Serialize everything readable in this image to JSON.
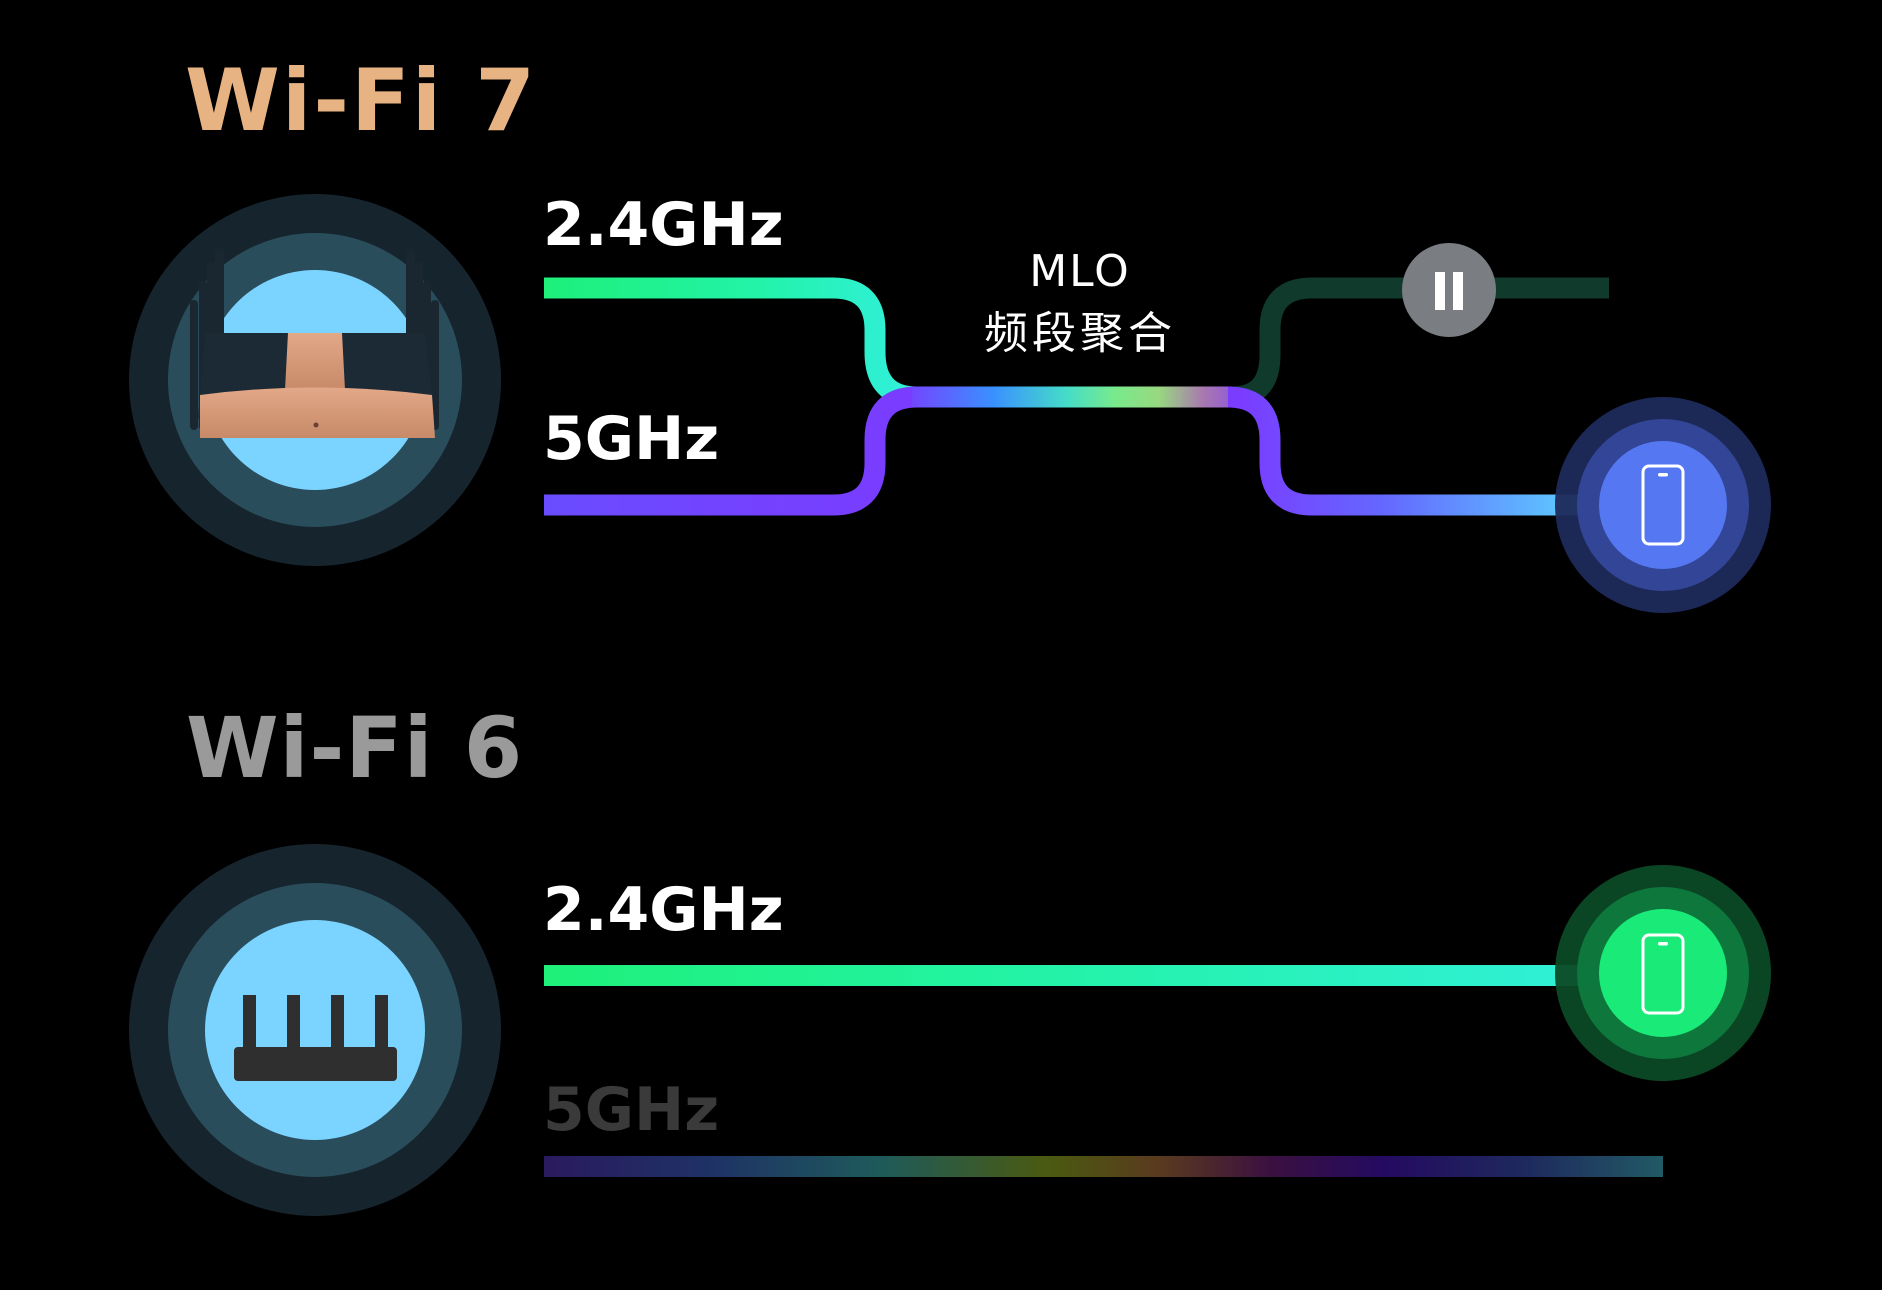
{
  "wifi7": {
    "logo": "Wi-Fi 7",
    "logo_color": "#e8b383",
    "band_24": {
      "label": "2.4GHz",
      "color_start": "#1ef07a",
      "color_end": "#30f0d8"
    },
    "band_5": {
      "label": "5GHz",
      "color_start": "#6a4cff",
      "color_end": "#7a3cff"
    },
    "mlo": {
      "line1": "MLO",
      "line2": "频段聚合"
    },
    "upper_branch": {
      "status": "paused",
      "status_icon": "pause-icon",
      "color": "#0f3a2c"
    },
    "client": {
      "icon": "smartphone-icon",
      "color": "#5577f2"
    }
  },
  "wifi6": {
    "logo": "Wi-Fi 6",
    "logo_color": "#9a9a9a",
    "band_24": {
      "label": "2.4GHz",
      "color_start": "#1ef07a",
      "color_end": "#30f0d8"
    },
    "band_5": {
      "label": "5GHz",
      "state": "inactive",
      "label_color": "#3a3a3a"
    },
    "client": {
      "icon": "smartphone-icon",
      "color": "#1aea78"
    }
  }
}
